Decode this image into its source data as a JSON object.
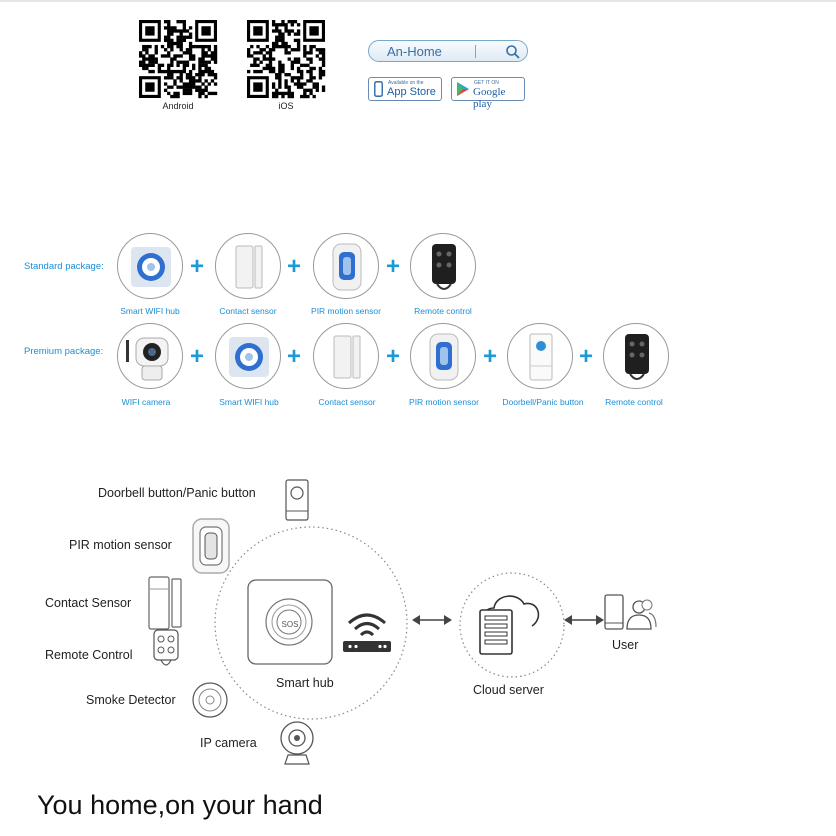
{
  "app_download": {
    "qr_codes": [
      {
        "label": "Android"
      },
      {
        "label": "iOS"
      }
    ],
    "search_box": {
      "text": "An-Home",
      "icon": "search-icon"
    },
    "app_store": {
      "small": "Available on the",
      "big": "App Store"
    },
    "google_play": {
      "small": "GET IT ON",
      "big": "Google play"
    }
  },
  "packages": {
    "standard": {
      "label": "Standard package:",
      "items": [
        "Smart WIFI hub",
        "Contact sensor",
        "PIR motion sensor",
        "Remote control"
      ]
    },
    "premium": {
      "label": "Premium package:",
      "items": [
        "WIFI camera",
        "Smart WIFI hub",
        "Contact sensor",
        "PIR motion sensor",
        "Doorbell/Panic button",
        "Remote control"
      ]
    },
    "plus_sign": "+",
    "accent_color": "#1b8fd6"
  },
  "diagram": {
    "devices": [
      "Doorbell button/Panic button",
      "PIR motion sensor",
      "Contact Sensor",
      "Remote Control",
      "Smoke Detector",
      "IP camera"
    ],
    "hub": {
      "label": "Smart hub",
      "button_text": "SOS"
    },
    "cloud": {
      "label": "Cloud server"
    },
    "user": {
      "label": "User"
    }
  },
  "tagline": "You home,on your hand"
}
